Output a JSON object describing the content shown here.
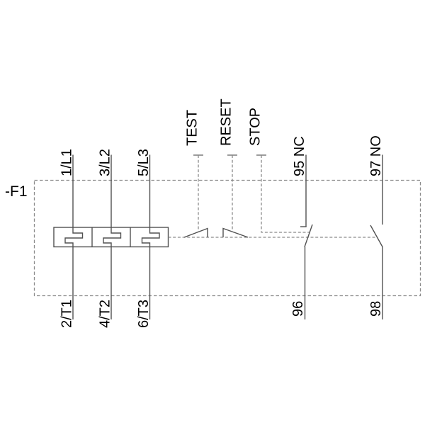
{
  "diagram": {
    "type": "overload-relay-schematic",
    "device_label": "-F1",
    "colors": {
      "background": "#ffffff",
      "solid_line": "#515151",
      "dashed_line": "#8a8a8a",
      "text": "#000000"
    },
    "poles": [
      {
        "top_terminal": "1/L1",
        "bottom_terminal": "2/T1"
      },
      {
        "top_terminal": "3/L2",
        "bottom_terminal": "4/T2"
      },
      {
        "top_terminal": "5/L3",
        "bottom_terminal": "6/T3"
      }
    ],
    "buttons": [
      {
        "label": "TEST"
      },
      {
        "label": "RESET"
      },
      {
        "label": "STOP"
      }
    ],
    "aux_contacts": [
      {
        "type": "NC",
        "top_terminal": "95 NC",
        "bottom_terminal": "96"
      },
      {
        "type": "NO",
        "top_terminal": "97 NO",
        "bottom_terminal": "98"
      }
    ]
  }
}
